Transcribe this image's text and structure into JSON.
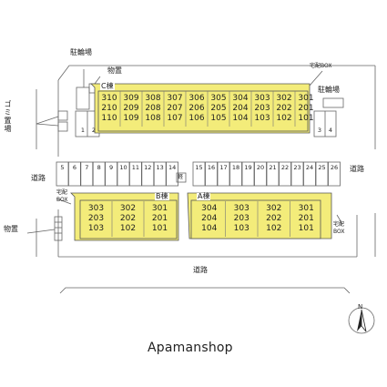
{
  "labels": {
    "bicycle_parking_top": "駐輪場",
    "storage_top": "物置",
    "delivery_box_top": "宅配BOX",
    "bicycle_parking_right": "駐輪場",
    "trash": "ゴミ置場",
    "road_left": "道路",
    "road_right": "道路",
    "delivery_box_left": "宅配\nBOX",
    "storage_left": "物置",
    "delivery_box_right": "宅配\nBOX",
    "road_bottom": "道路",
    "slot_light": "軽"
  },
  "buildings": {
    "c": {
      "label": "C棟",
      "rows": [
        [
          "310",
          "309",
          "308",
          "307",
          "306",
          "305",
          "304",
          "303",
          "302",
          "301"
        ],
        [
          "210",
          "209",
          "208",
          "207",
          "206",
          "205",
          "204",
          "203",
          "202",
          "201"
        ],
        [
          "110",
          "109",
          "108",
          "107",
          "106",
          "105",
          "104",
          "103",
          "102",
          "101"
        ]
      ]
    },
    "b": {
      "label": "B棟",
      "rows": [
        [
          "303",
          "302",
          "301"
        ],
        [
          "203",
          "202",
          "201"
        ],
        [
          "103",
          "102",
          "101"
        ]
      ]
    },
    "a": {
      "label": "A棟",
      "rows": [
        [
          "304",
          "303",
          "302",
          "301"
        ],
        [
          "204",
          "203",
          "202",
          "201"
        ],
        [
          "104",
          "103",
          "102",
          "101"
        ]
      ]
    }
  },
  "parking_top": [
    "1",
    "2",
    "3",
    "4"
  ],
  "parking_row": [
    "5",
    "6",
    "7",
    "8",
    "9",
    "10",
    "11",
    "12",
    "13",
    "14",
    "15",
    "16",
    "17",
    "18",
    "19",
    "20",
    "21",
    "22",
    "23",
    "24",
    "25",
    "26"
  ],
  "brand": "Apamanshop",
  "colors": {
    "building": "#f3ec7a",
    "line": "#555555"
  }
}
